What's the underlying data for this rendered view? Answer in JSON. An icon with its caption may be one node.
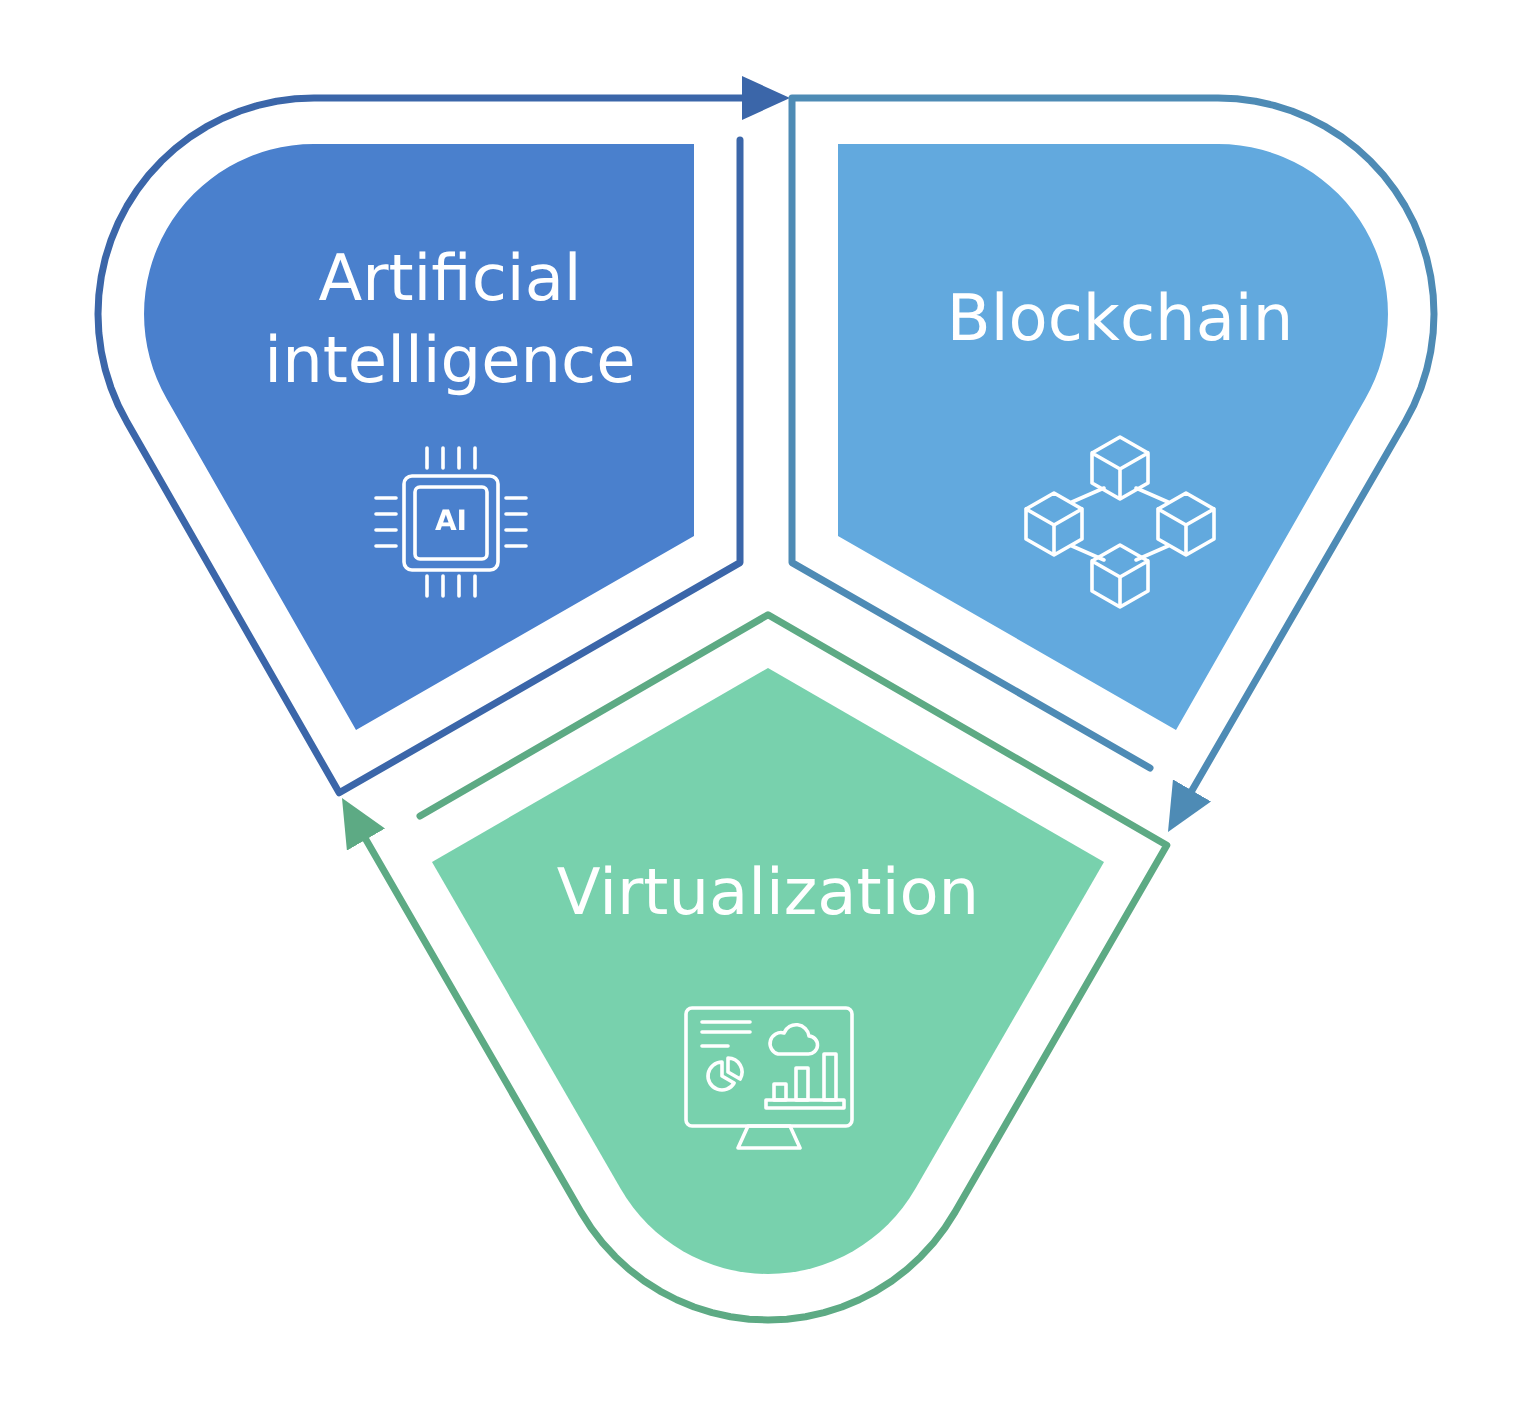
{
  "diagram": {
    "nodes": [
      {
        "text": [
          "Artificial intelligence",
          "AI"
        ]
      },
      {
        "text": [
          "Blockchain"
        ]
      },
      {
        "text": [
          "Virtualization"
        ]
      }
    ],
    "edges": [
      {
        "from": 0,
        "to": 1,
        "arrow": "to",
        "color": "#3b66a9"
      },
      {
        "from": 1,
        "to": 2,
        "arrow": "to",
        "color": "#4e8bb5"
      },
      {
        "from": 2,
        "to": 0,
        "arrow": "to",
        "color": "#5daa84"
      }
    ]
  }
}
